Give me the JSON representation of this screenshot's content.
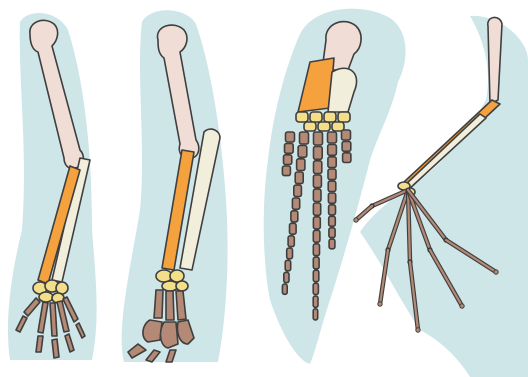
{
  "figure": {
    "kind": "homologous-forelimbs",
    "limbs": [
      "human-arm",
      "cat-leg",
      "whale-flipper",
      "bat-wing"
    ]
  },
  "colors": {
    "silhouette": "#cfe6e9",
    "humerus": "#f0ddd5",
    "radius": "#f4a13e",
    "ulna": "#f2eedc",
    "carpals": "#f3de8a",
    "metacarpals_phalanges": "#b48a76",
    "outline": "#3f3f3f",
    "background": "#ffffff"
  },
  "icons": {
    "human": "human-arm-bones-icon",
    "cat": "cat-leg-bones-icon",
    "whale": "whale-flipper-bones-icon",
    "bat": "bat-wing-bones-icon"
  }
}
